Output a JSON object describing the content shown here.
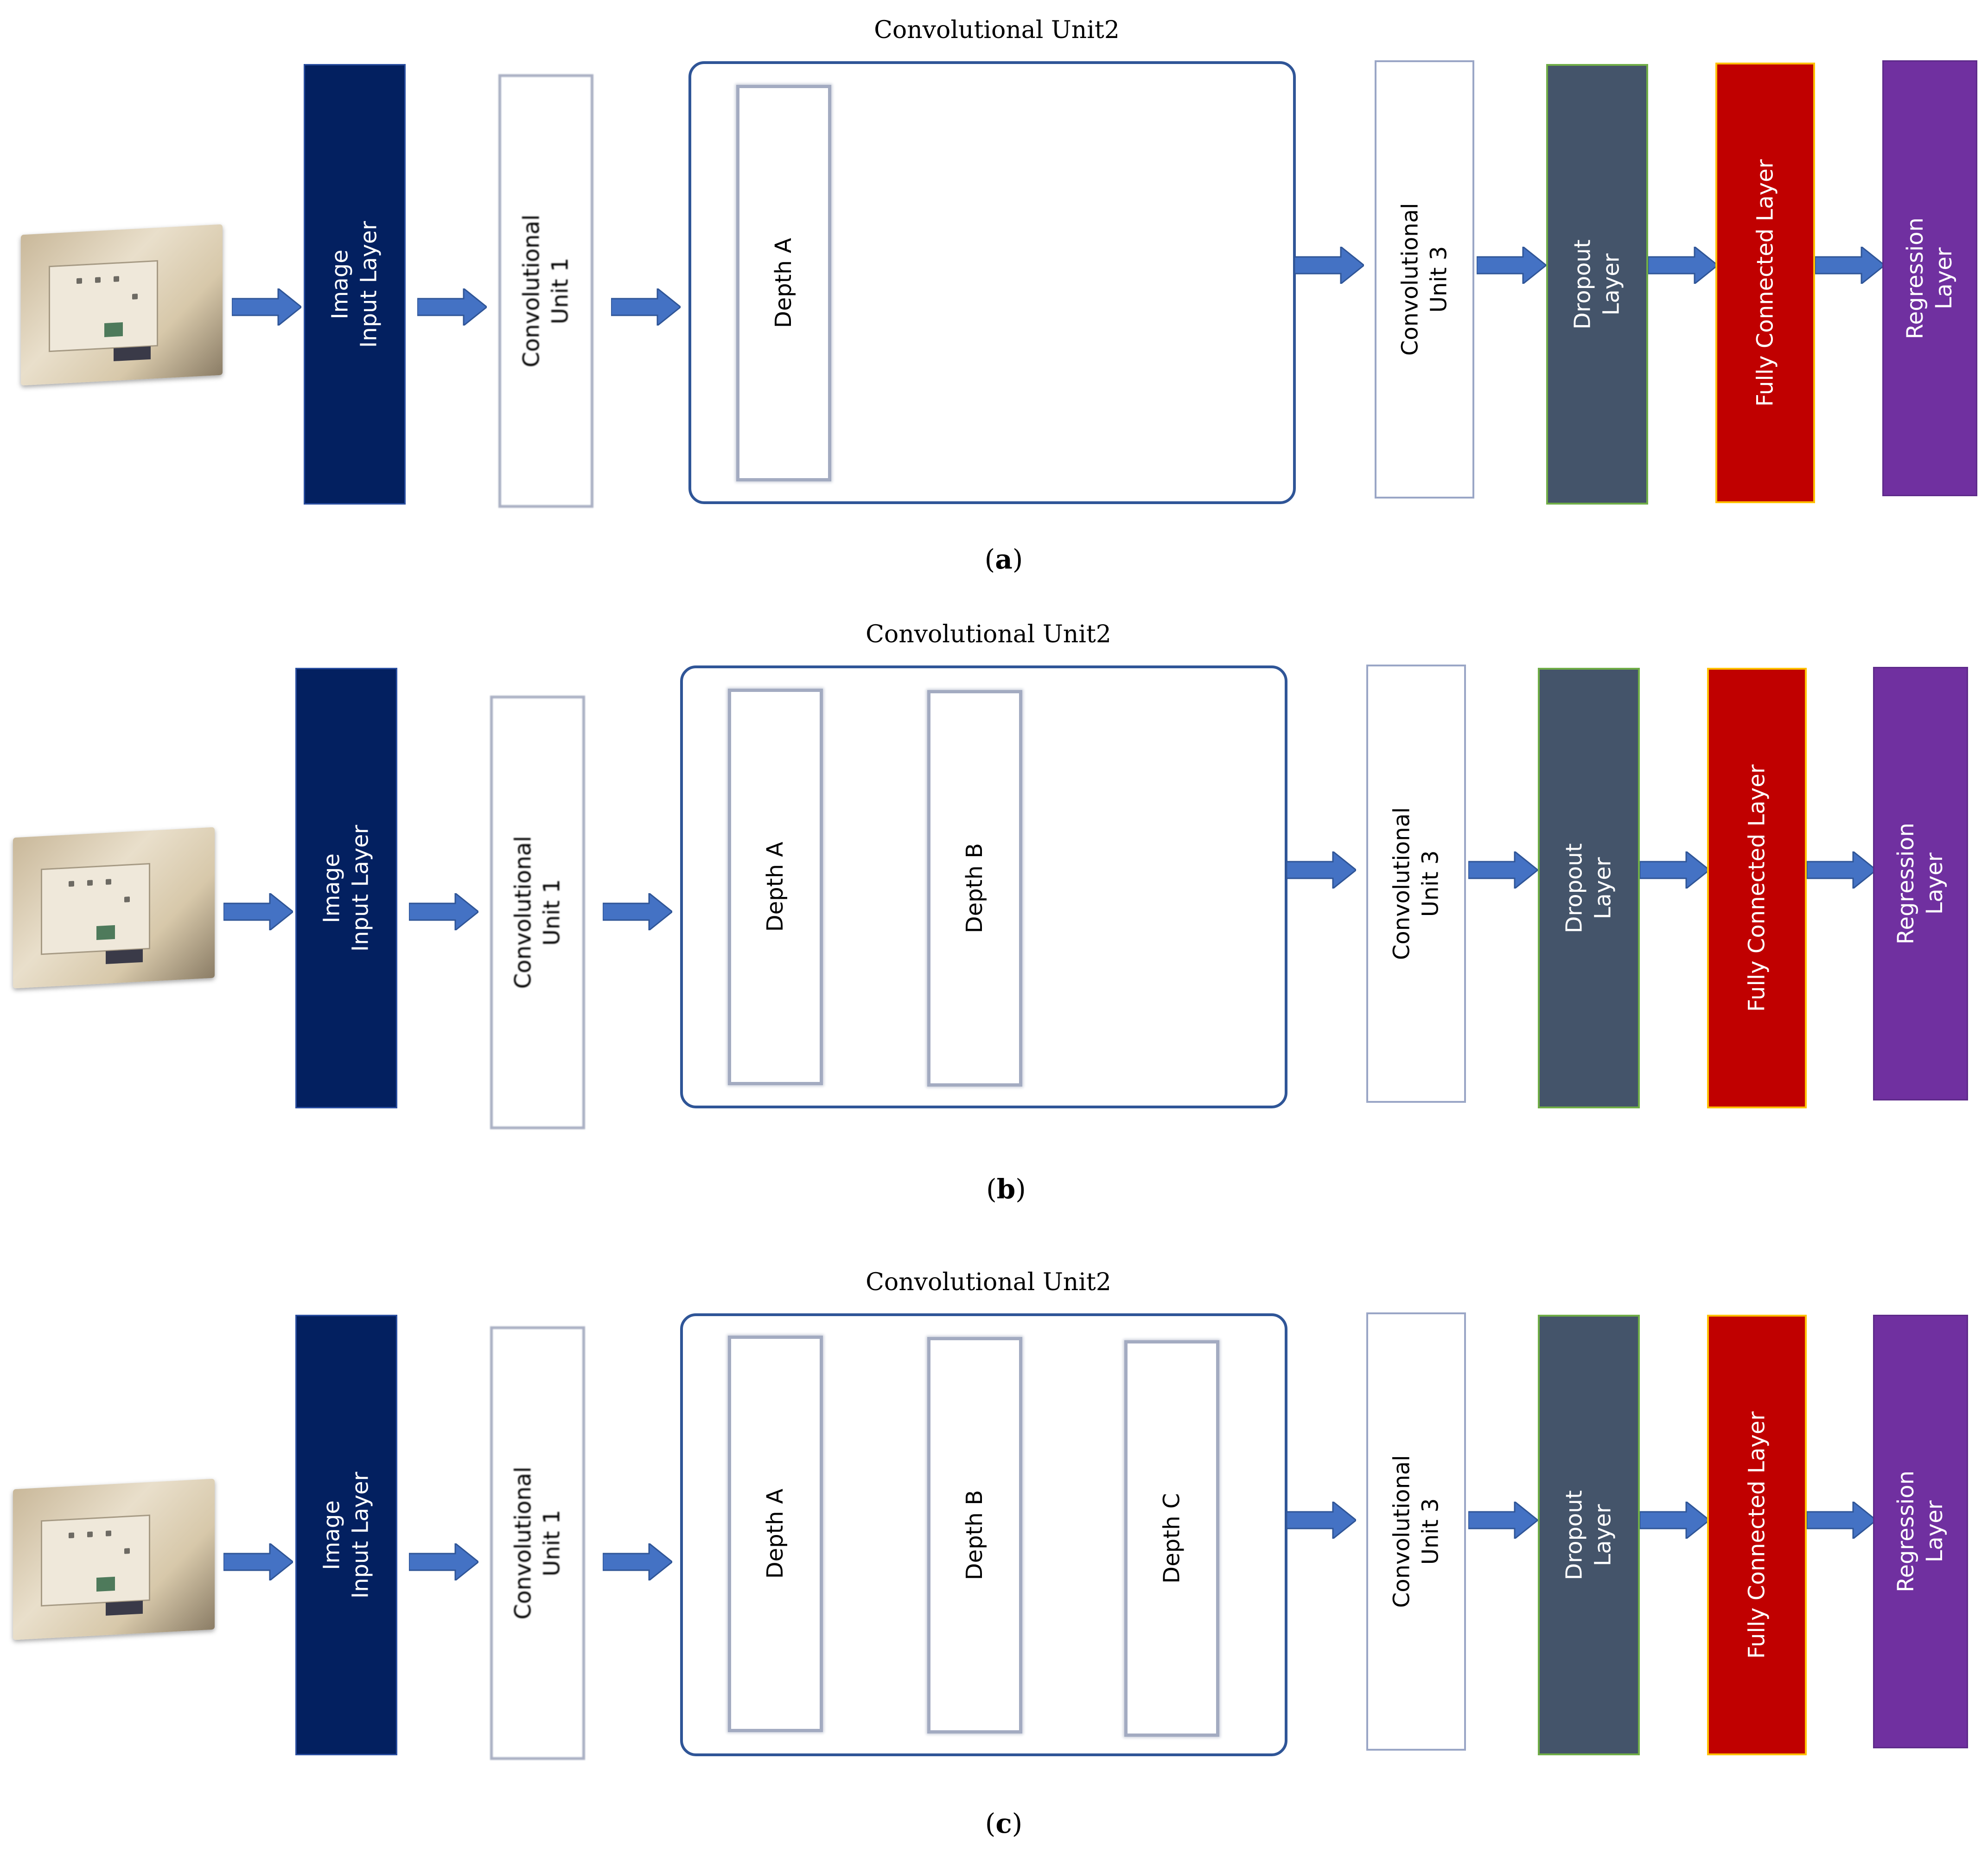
{
  "panels": [
    {
      "caption_letter": "a",
      "group_title": "Convolutional Unit2",
      "input_layer": "Image\nInput Layer",
      "conv_unit1": "Convolutional\nUnit 1",
      "depths": [
        "Depth A"
      ],
      "conv_unit3": "Convolutional\nUnit 3",
      "dropout": "Dropout\nLayer",
      "fully_connected": "Fully Connected Layer",
      "regression": "Regression\nLayer"
    },
    {
      "caption_letter": "b",
      "group_title": "Convolutional Unit2",
      "input_layer": "Image\nInput Layer",
      "conv_unit1": "Convolutional\nUnit 1",
      "depths": [
        "Depth A",
        "Depth B"
      ],
      "conv_unit3": "Convolutional\nUnit 3",
      "dropout": "Dropout\nLayer",
      "fully_connected": "Fully Connected Layer",
      "regression": "Regression\nLayer"
    },
    {
      "caption_letter": "c",
      "group_title": "Convolutional Unit2",
      "input_layer": "Image\nInput Layer",
      "conv_unit1": "Convolutional\nUnit 1",
      "depths": [
        "Depth A",
        "Depth B",
        "Depth C"
      ],
      "conv_unit3": "Convolutional\nUnit 3",
      "dropout": "Dropout\nLayer",
      "fully_connected": "Fully Connected Layer",
      "regression": "Regression\nLayer"
    }
  ],
  "colors": {
    "input_layer": "#032060",
    "dropout": "#44546a",
    "fully_connected": "#c00000",
    "regression": "#7030a0",
    "arrow": "#4472c4",
    "group_border": "#2f5597"
  }
}
